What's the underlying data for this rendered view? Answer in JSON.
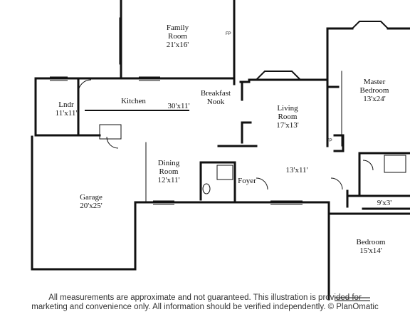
{
  "rooms": {
    "family_room": {
      "name": "Family Room",
      "line1": "Family",
      "line2": "Room",
      "dim": "21'x16'"
    },
    "kitchen": {
      "name": "Kitchen",
      "dim": "30'x11'"
    },
    "breakfast_nook": {
      "line1": "Breakfast",
      "line2": "Nook"
    },
    "living_room": {
      "line1": "Living",
      "line2": "Room",
      "dim": "17'x13'"
    },
    "master_bedroom": {
      "line1": "Master",
      "line2": "Bedroom",
      "dim": "13'x24'"
    },
    "laundry": {
      "name": "Lndr",
      "dim": "11'x11'"
    },
    "dining_room": {
      "line1": "Dining",
      "line2": "Room",
      "dim": "12'x11'"
    },
    "foyer": {
      "name": "Foyer"
    },
    "den": {
      "dim": "13'x11'"
    },
    "garage": {
      "name": "Garage",
      "dim": "20'x25'"
    },
    "small_room": {
      "dim": "9'x3'"
    },
    "bedroom": {
      "name": "Bedroom",
      "dim": "15'x14'"
    }
  },
  "fireplace_labels": {
    "family": "FP",
    "living": "FP"
  },
  "disclaimer": {
    "line1": "All measurements are approximate and not guaranteed. This illustration is provided for",
    "line2": "marketing and convenience only. All information should be verified independently. © PlanOmatic"
  }
}
